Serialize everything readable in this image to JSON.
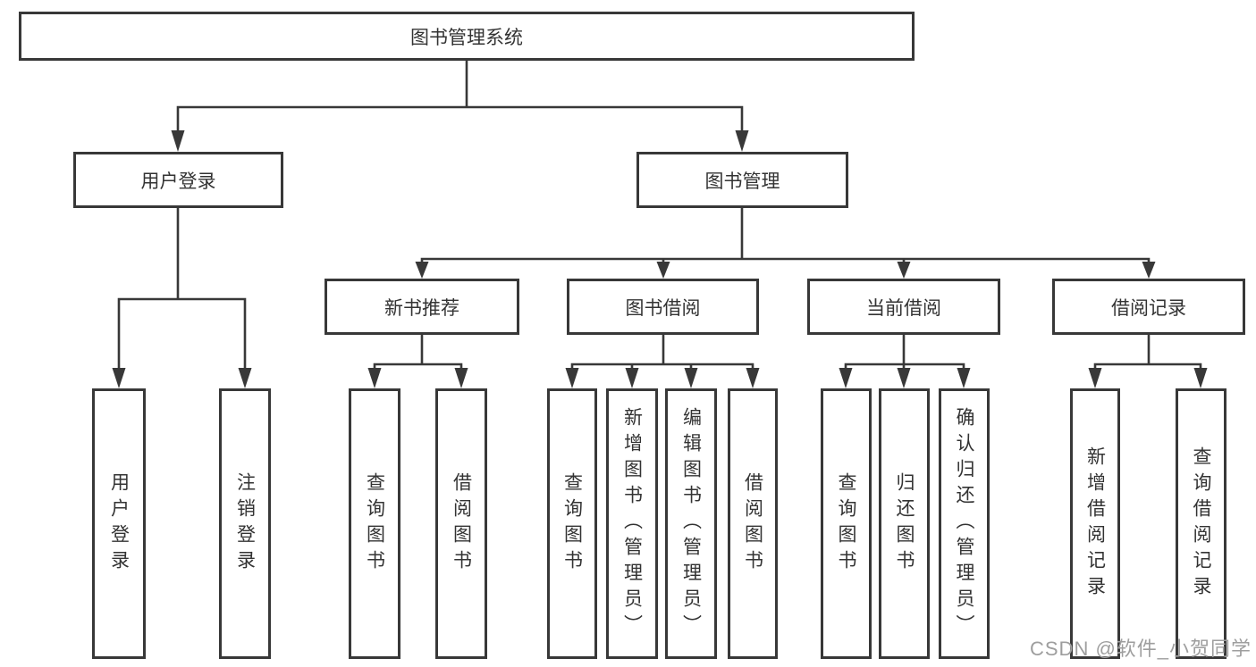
{
  "diagram": {
    "type": "hierarchy-tree",
    "nodes": {
      "root": "图书管理系统",
      "level2": [
        "用户登录",
        "图书管理"
      ],
      "level3": [
        "新书推荐",
        "图书借阅",
        "当前借阅",
        "借阅记录"
      ],
      "leaves_user_login": [
        "用户登录",
        "注销登录"
      ],
      "leaves_new_book": [
        "查询图书",
        "借阅图书"
      ],
      "leaves_book_borrow": [
        "查询图书",
        "新增图书（管理员）",
        "编辑图书（管理员）",
        "借阅图书"
      ],
      "leaves_current_borrow": [
        "查询图书",
        "归还图书",
        "确认归还（管理员）"
      ],
      "leaves_borrow_records": [
        "新增借阅记录",
        "查询借阅记录"
      ]
    },
    "colors": {
      "line": "#383838",
      "border": "#383838",
      "text": "#333333",
      "watermark": "#9e9e9e",
      "background": "#ffffff"
    }
  },
  "watermark": "CSDN @软件_小贺同学"
}
